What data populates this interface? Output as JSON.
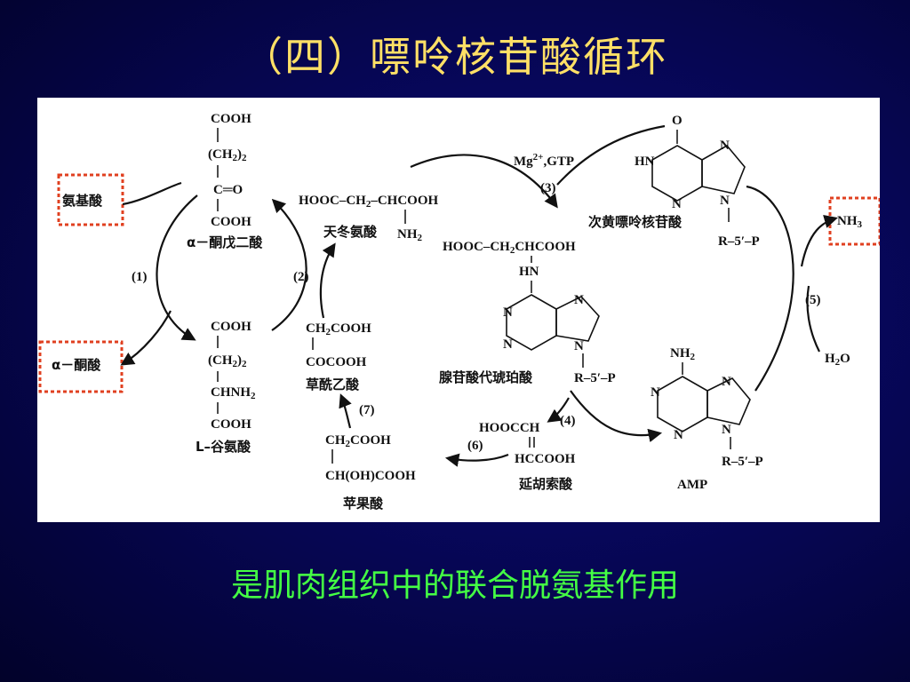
{
  "title": "（四）嘌呤核苷酸循环",
  "caption": "是肌肉组织中的联合脱氨基作用",
  "colors": {
    "title": "#ffe066",
    "caption": "#44ff44",
    "highlight_box": "#e04020"
  },
  "diagram": {
    "amino_acid": "氨基酸",
    "alpha_keto_acid": "α－酮酸",
    "akg": {
      "l1": "COOH",
      "l2": "(CH",
      "l2s": "2",
      "l2e": ")",
      "l2sub": "2",
      "l3": "C═O",
      "l4": "COOH",
      "name": "α－酮戊二酸"
    },
    "glu": {
      "l1": "COOH",
      "l2": "(CH",
      "l2s": "2",
      "l2e": ")",
      "l2sub": "2",
      "l3": "CHNH",
      "l3s": "2",
      "l4": "COOH",
      "name": "L–谷氨酸"
    },
    "asp": {
      "l1a": "HOOC–CH",
      "l1s": "2",
      "l1b": "–CHCOOH",
      "l2": "NH",
      "l2s": "2",
      "name": "天冬氨酸"
    },
    "oaa": {
      "l1": "CH",
      "l1s": "2",
      "l1b": "COOH",
      "l2": "COCOOH",
      "name": "草酰乙酸"
    },
    "mal": {
      "l1": "CH",
      "l1s": "2",
      "l1b": "COOH",
      "l2": "CH(OH)COOH",
      "name": "苹果酸"
    },
    "fum": {
      "l1": "HOOCCH",
      "l2": "HCCOOH",
      "name": "延胡索酸"
    },
    "adsucc": {
      "l1a": "HOOC–CH",
      "l1s": "2",
      "l1b": "CHCOOH",
      "l2": "HN",
      "name": "腺苷酸代琥珀酸",
      "rp": "R–5′–P"
    },
    "imp": {
      "o": "O",
      "hn": "HN",
      "n1": "N",
      "n2": "N",
      "n3": "N",
      "name": "次黄嘌呤核苷酸",
      "rp": "R–5′–P"
    },
    "amp": {
      "nh2": "NH",
      "nh2s": "2",
      "n1": "N",
      "n2": "N",
      "n3": "N",
      "n4": "N",
      "name": "AMP",
      "rp": "R–5′–P"
    },
    "cofactor": {
      "mg": "Mg",
      "mgs": "2+",
      "gtp": ",GTP"
    },
    "nh3": {
      "t": "NH",
      "s": "3"
    },
    "h2o": {
      "t": "H",
      "s": "2",
      "e": "O"
    },
    "steps": [
      "(1)",
      "(2)",
      "(3)",
      "(4)",
      "(5)",
      "(6)",
      "(7)"
    ]
  }
}
